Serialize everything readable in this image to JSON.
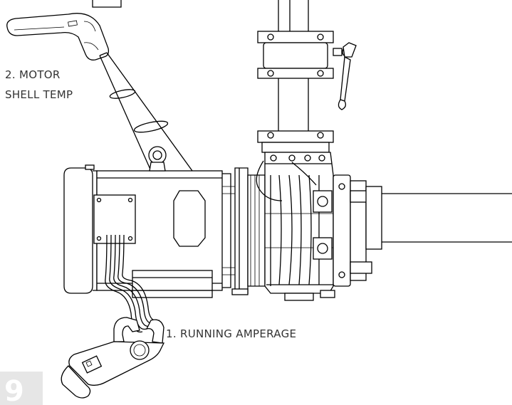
{
  "labels": {
    "motor_shell_temp_line1": "2. MOTOR",
    "motor_shell_temp_line2": "SHELL TEMP",
    "running_amperage": "1. RUNNING AMPERAGE"
  },
  "page_badge": {
    "number": "9",
    "color": "#e6e6e6"
  },
  "colors": {
    "line": "#000000",
    "label_text": "#333333"
  }
}
